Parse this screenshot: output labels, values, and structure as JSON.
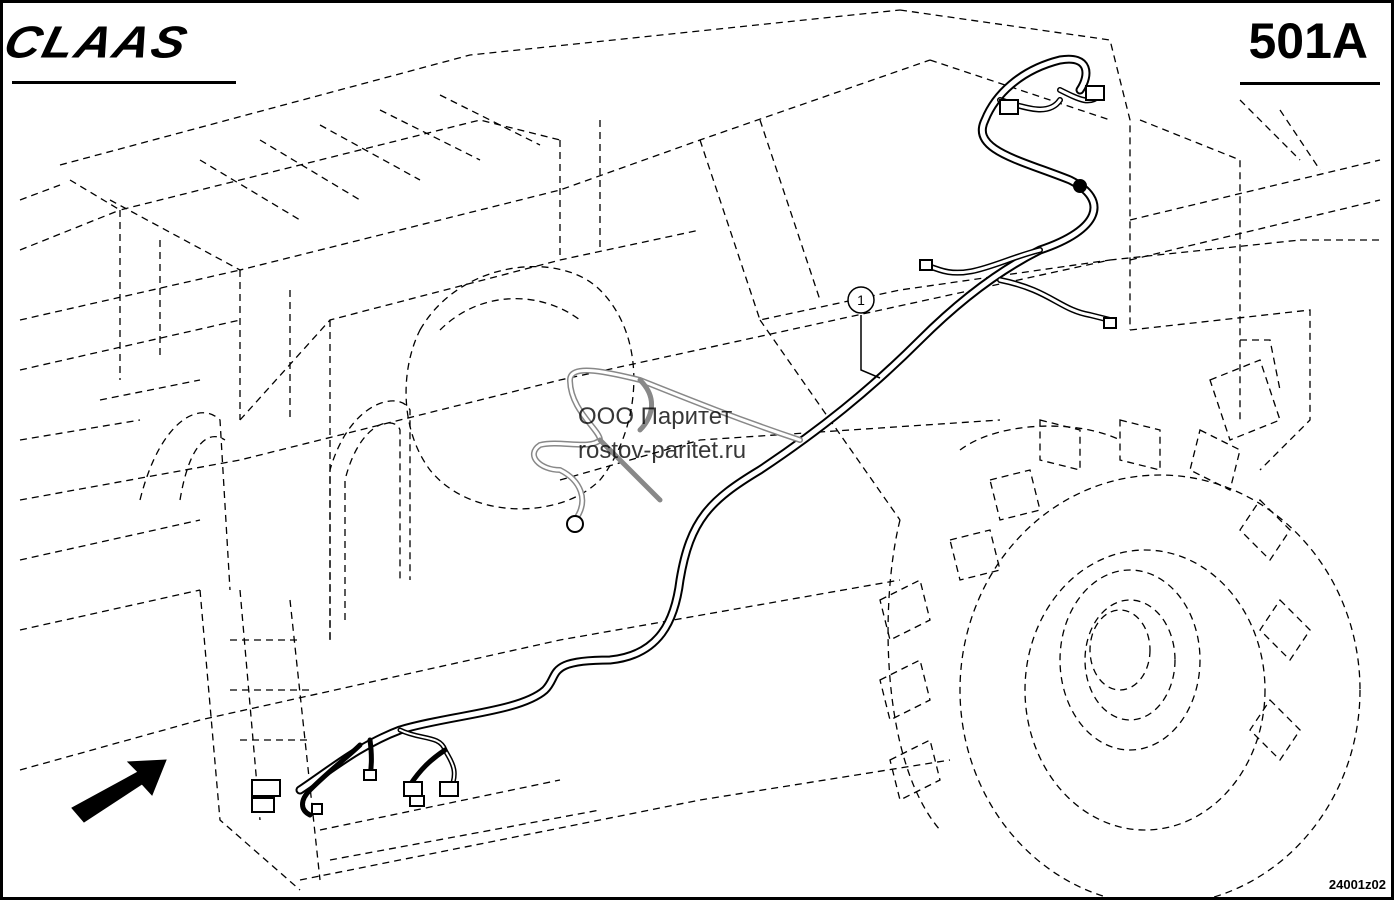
{
  "header": {
    "brand": "CLAAS",
    "page_code": "501A"
  },
  "watermark": {
    "line1": "ООО Паритет",
    "line2": "rostov-paritet.ru"
  },
  "callouts": [
    {
      "label": "1"
    }
  ],
  "footer": {
    "drawing_number": "24001z02"
  },
  "colors": {
    "line": "#000000",
    "background": "#ffffff"
  }
}
